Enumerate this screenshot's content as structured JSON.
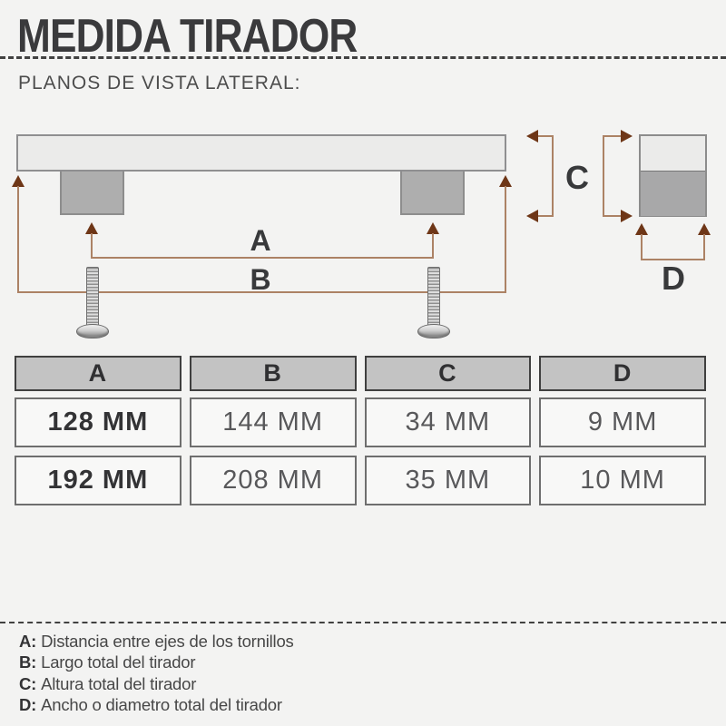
{
  "header": {
    "title": "MEDIDA TIRADOR",
    "subtitle": "PLANOS DE VISTA LATERAL:"
  },
  "diagram": {
    "labels": {
      "a": "A",
      "b": "B",
      "c": "C",
      "d": "D"
    }
  },
  "table": {
    "headers": [
      "A",
      "B",
      "C",
      "D"
    ],
    "rows": [
      [
        "128 MM",
        "144 MM",
        "34 MM",
        "9 MM"
      ],
      [
        "192 MM",
        "208 MM",
        "35 MM",
        "10 MM"
      ]
    ]
  },
  "legend": {
    "items": [
      {
        "key": "A:",
        "text": "Distancia entre ejes de los tornillos"
      },
      {
        "key": "B:",
        "text": "Largo total del tirador"
      },
      {
        "key": "C:",
        "text": "Altura total del tirador"
      },
      {
        "key": "D:",
        "text": "Ancho o diametro total del tirador"
      }
    ]
  },
  "colors": {
    "bg": "#f3f3f2",
    "ink": "#3a3a3c",
    "dim_line": "#ac8265",
    "arrowhead": "#6e3617",
    "bar_fill": "#ebebea",
    "bar_border": "#8f8f91",
    "leg_fill": "#aeaeae",
    "header_fill": "#c3c3c3",
    "header_border": "#3f3f3f",
    "cell_fill": "#f8f8f7",
    "cell_border": "#6e6e6e"
  }
}
